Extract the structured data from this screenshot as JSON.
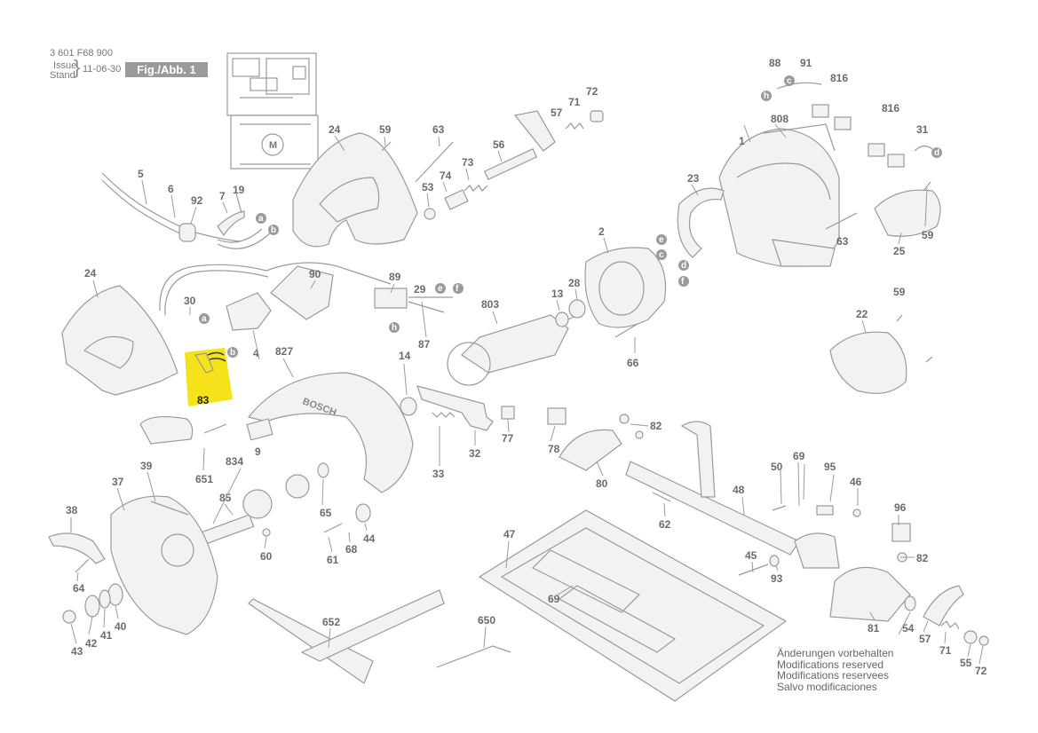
{
  "header": {
    "part_number": "3 601 F68 900",
    "issue_label": "Issue",
    "stand_label": "Stand",
    "date": "11-06-30",
    "figure_label": "Fig./Abb. 1"
  },
  "highlight_color": "#f5e21b",
  "notes": [
    "Änderungen vorbehalten",
    "Modifications reserved",
    "Modifications reservees",
    "Salvo modificaciones"
  ],
  "labels": {
    "l83": "83",
    "l24a": "24",
    "l24b": "24",
    "l59a": "59",
    "l59b": "59",
    "l59c": "59",
    "l63a": "63",
    "l63b": "63",
    "l56": "56",
    "l57a": "57",
    "l57b": "57",
    "l71a": "71",
    "l71b": "71",
    "l72a": "72",
    "l72b": "72",
    "l88": "88",
    "l91": "91",
    "l816a": "816",
    "l816b": "816",
    "l808": "808",
    "l1": "1",
    "l31": "31",
    "l23": "23",
    "l25": "25",
    "l5": "5",
    "l6": "6",
    "l92": "92",
    "l7": "7",
    "l19": "19",
    "l53": "53",
    "l74": "74",
    "l73": "73",
    "l2": "2",
    "l30": "30",
    "l90": "90",
    "l89": "89",
    "l29": "29",
    "l4": "4",
    "l87": "87",
    "l803": "803",
    "l13": "13",
    "l28": "28",
    "l66": "66",
    "l22": "22",
    "l827": "827",
    "l14": "14",
    "l77": "77",
    "l33": "33",
    "l32": "32",
    "l82a": "82",
    "l82b": "82",
    "l78": "78",
    "l80": "80",
    "l651": "651",
    "l834": "834",
    "l9": "9",
    "l39": "39",
    "l37": "37",
    "l85": "85",
    "l65": "65",
    "l38": "38",
    "l44": "44",
    "l68": "68",
    "l61": "61",
    "l60": "60",
    "l64": "64",
    "l42": "42",
    "l41": "41",
    "l40": "40",
    "l43": "43",
    "l652": "652",
    "l650": "650",
    "l47": "47",
    "l69a": "69",
    "l69b": "69",
    "l62": "62",
    "l48": "48",
    "l50": "50",
    "l95": "95",
    "l46": "46",
    "l96": "96",
    "l45": "45",
    "l93": "93",
    "l81": "81",
    "l54": "54",
    "l55": "55"
  },
  "connectors": {
    "ca": "a",
    "cb": "b",
    "ca2": "a",
    "cb2": "b",
    "ce": "e",
    "cf": "f",
    "ch": "h",
    "ce2": "e",
    "cc": "c",
    "cd": "d",
    "cf2": "f",
    "ch2": "h",
    "cc2": "c",
    "cd2": "d"
  }
}
